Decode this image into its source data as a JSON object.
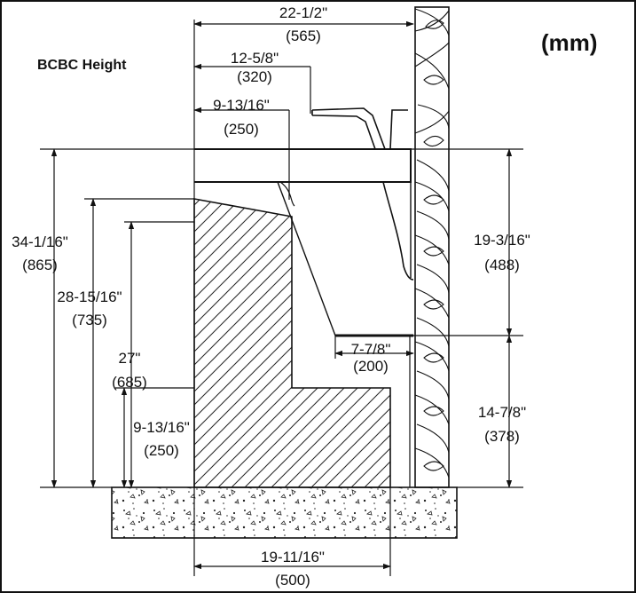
{
  "header": {
    "title": "BCBC Height",
    "units": "(mm)"
  },
  "dimensions": {
    "overall_depth": {
      "imperial": "22-1/2\"",
      "metric": "(565)"
    },
    "spout_reach": {
      "imperial": "12-5/8\"",
      "metric": "(320)"
    },
    "sink_front_depth": {
      "imperial": "9-13/16\"",
      "metric": "(250)"
    },
    "counter_height": {
      "imperial": "34-1/16\"",
      "metric": "(865)"
    },
    "apron_height": {
      "imperial": "28-15/16\"",
      "metric": "(735)"
    },
    "knee_clearance_height": {
      "imperial": "27\"",
      "metric": "(685)"
    },
    "toe_clearance_height": {
      "imperial": "9-13/16\"",
      "metric": "(250)"
    },
    "basin_height": {
      "imperial": "19-3/16\"",
      "metric": "(488)"
    },
    "drain_offset": {
      "imperial": "7-7/8\"",
      "metric": "(200)"
    },
    "drain_height": {
      "imperial": "14-7/8\"",
      "metric": "(378)"
    },
    "toe_depth": {
      "imperial": "19-11/16\"",
      "metric": "(500)"
    }
  }
}
